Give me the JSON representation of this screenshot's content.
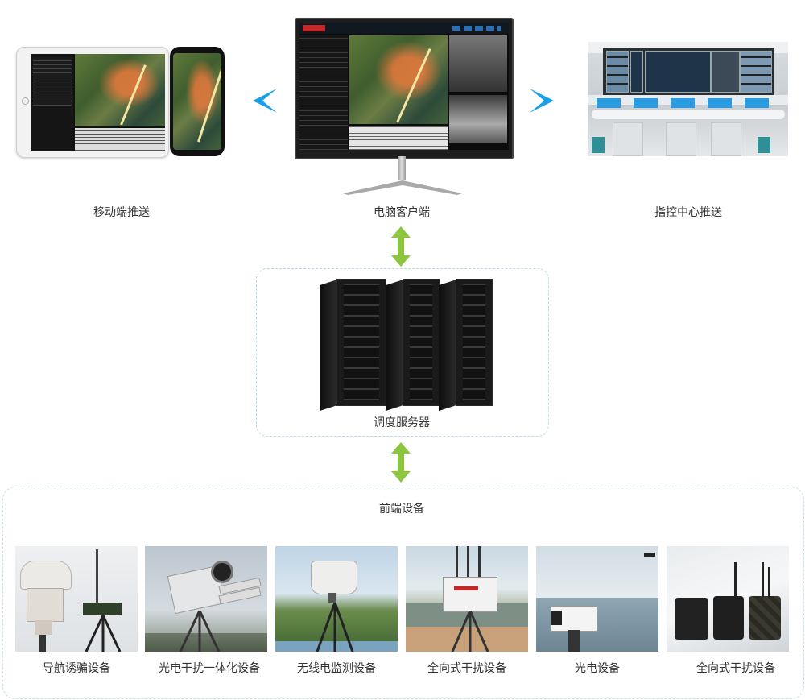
{
  "top": {
    "mobile_label": "移动端推送",
    "desktop_label": "电脑客户端",
    "center_label": "指控中心推送"
  },
  "server": {
    "label": "调度服务器"
  },
  "frontend": {
    "title": "前端设备",
    "devices": [
      {
        "label": "导航诱骗设备"
      },
      {
        "label": "光电干扰一体化设备"
      },
      {
        "label": "无线电监测设备"
      },
      {
        "label": "全向式干扰设备"
      },
      {
        "label": "光电设备"
      },
      {
        "label": "全向式干扰设备"
      }
    ]
  },
  "colors": {
    "arrow_blue": "#1aa0e8",
    "arrow_green": "#8cc63f",
    "box_border": "#b8dbe6"
  },
  "icons": {
    "left_arrow": "chevron-left-icon",
    "right_arrow": "chevron-right-icon",
    "updown_arrow": "double-arrow-vertical-icon"
  }
}
